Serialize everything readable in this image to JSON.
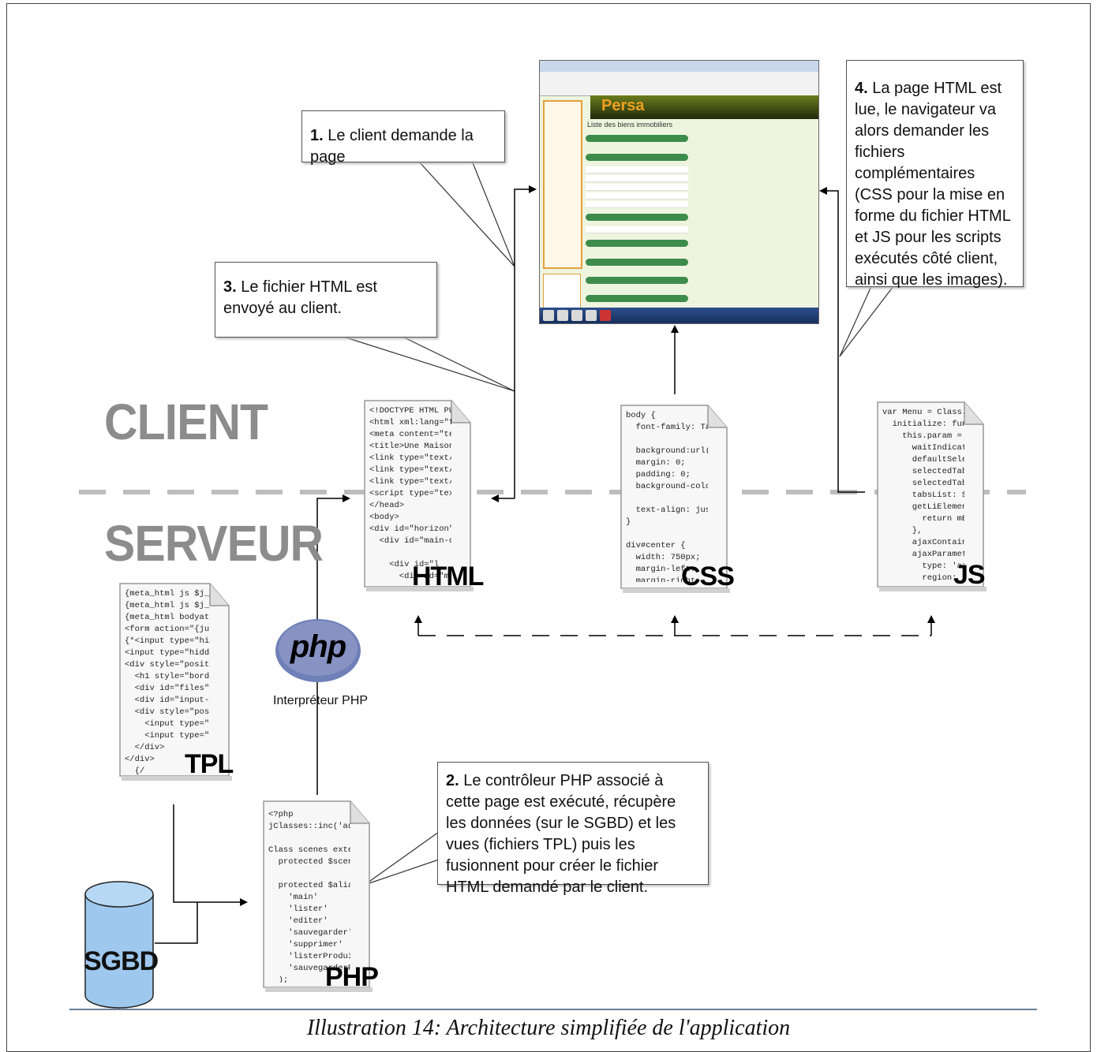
{
  "zones": {
    "client": "CLIENT",
    "server": "SERVEUR"
  },
  "callouts": {
    "c1": {
      "num": "1.",
      "text": " Le client demande la page"
    },
    "c3": {
      "num": "3.",
      "text": " Le fichier HTML est envoyé au client."
    },
    "c4": {
      "num": "4.",
      "text": " La page HTML est lue, le navigateur va alors demander les fichiers complémentaires (CSS pour la mise en forme du fichier HTML et JS pour les scripts exécutés côté client, ainsi que les images)."
    },
    "c2": {
      "num": "2.",
      "text": " Le contrôleur PHP associé à cette page est exécuté, récupère les données (sur le SGBD) et les vues (fichiers TPL) puis les fusionnent pour créer le fichier HTML demandé par le client."
    }
  },
  "documents": {
    "html": {
      "label": "HTML",
      "code": "<!DOCTYPE HTML PUBL\n<html xml:lang=\"fr_\n<meta content=\"text\n<title>Une Maison a\n<link type=\"text/ce\n<link type=\"text/ce\n<link type=\"text/ce\n<script type=\"text/\n</head>\n<body>\n<div id=\"horizon\">\n  <div id=\"main-con\n\n    <div id=\"l\n      <div id=\"menu"
    },
    "css": {
      "label": "CSS",
      "code": "body {\n  font-family: Taho\n\n  background:url(./\n  margin: 0;\n  padding: 0;\n  background-color:\n\n  text-align: justi\n}\n\ndiv#center {\n  width: 750px;\n  margin-left:\n  margin-right:\n}"
    },
    "js": {
      "label": "JS",
      "code": "var Menu = Class.cr\n  initialize: funct\n    this.param = {\n      waitIndicator\n      defaultSelect\n      selectedTab:\n      selectedTabCl\n      tabsList: $$(\n      getLiElementF\n        return mEle\n      },\n      ajaxContainer\n      ajaxParameter\n        type: 'ajax\n        region: 'bo\n      }"
    },
    "tpl": {
      "label": "TPL",
      "code": "{meta_html js $j_je\n{meta_html js $j_je\n{meta_html bodyattr\n<form action=\"{jurl\n{*<input type=\"hidd\n<input type=\"hidden\n<div style=\"positio\n  <h1 style=\"border\n  <div id=\"files\"><\n  <div id=\"input-fi\n  <div style=\"posit\n    <input type=\"su\n    <input type=\"bu\n  </div>\n</div>\n  {/"
    },
    "php": {
      "label": "PHP",
      "code": "<?php\njClasses::inc('admi\n\nClass scenes extend\n  protected $sceneMg\n\n  protected $alias =\n    'main'\n    'lister'\n    'editer'\n    'sauvegarder'\n    'supprimer'\n    'listerProduits\n    'sauvegarderProd\n  );"
    }
  },
  "php_interpreter": {
    "logo": "php",
    "label": "Interpréteur PHP"
  },
  "database": {
    "label": "SGBD"
  },
  "browser": {
    "brand": "Persa",
    "heading": "Liste des biens immobiliers"
  },
  "caption": "Illustration 14: Architecture simplifiée de l'application",
  "colors": {
    "zone_text": "#8c8c8c",
    "dashed_divider": "#bdbdbd",
    "db_fill": "#9ec8ee",
    "php_logo": "#6f7fb8"
  }
}
